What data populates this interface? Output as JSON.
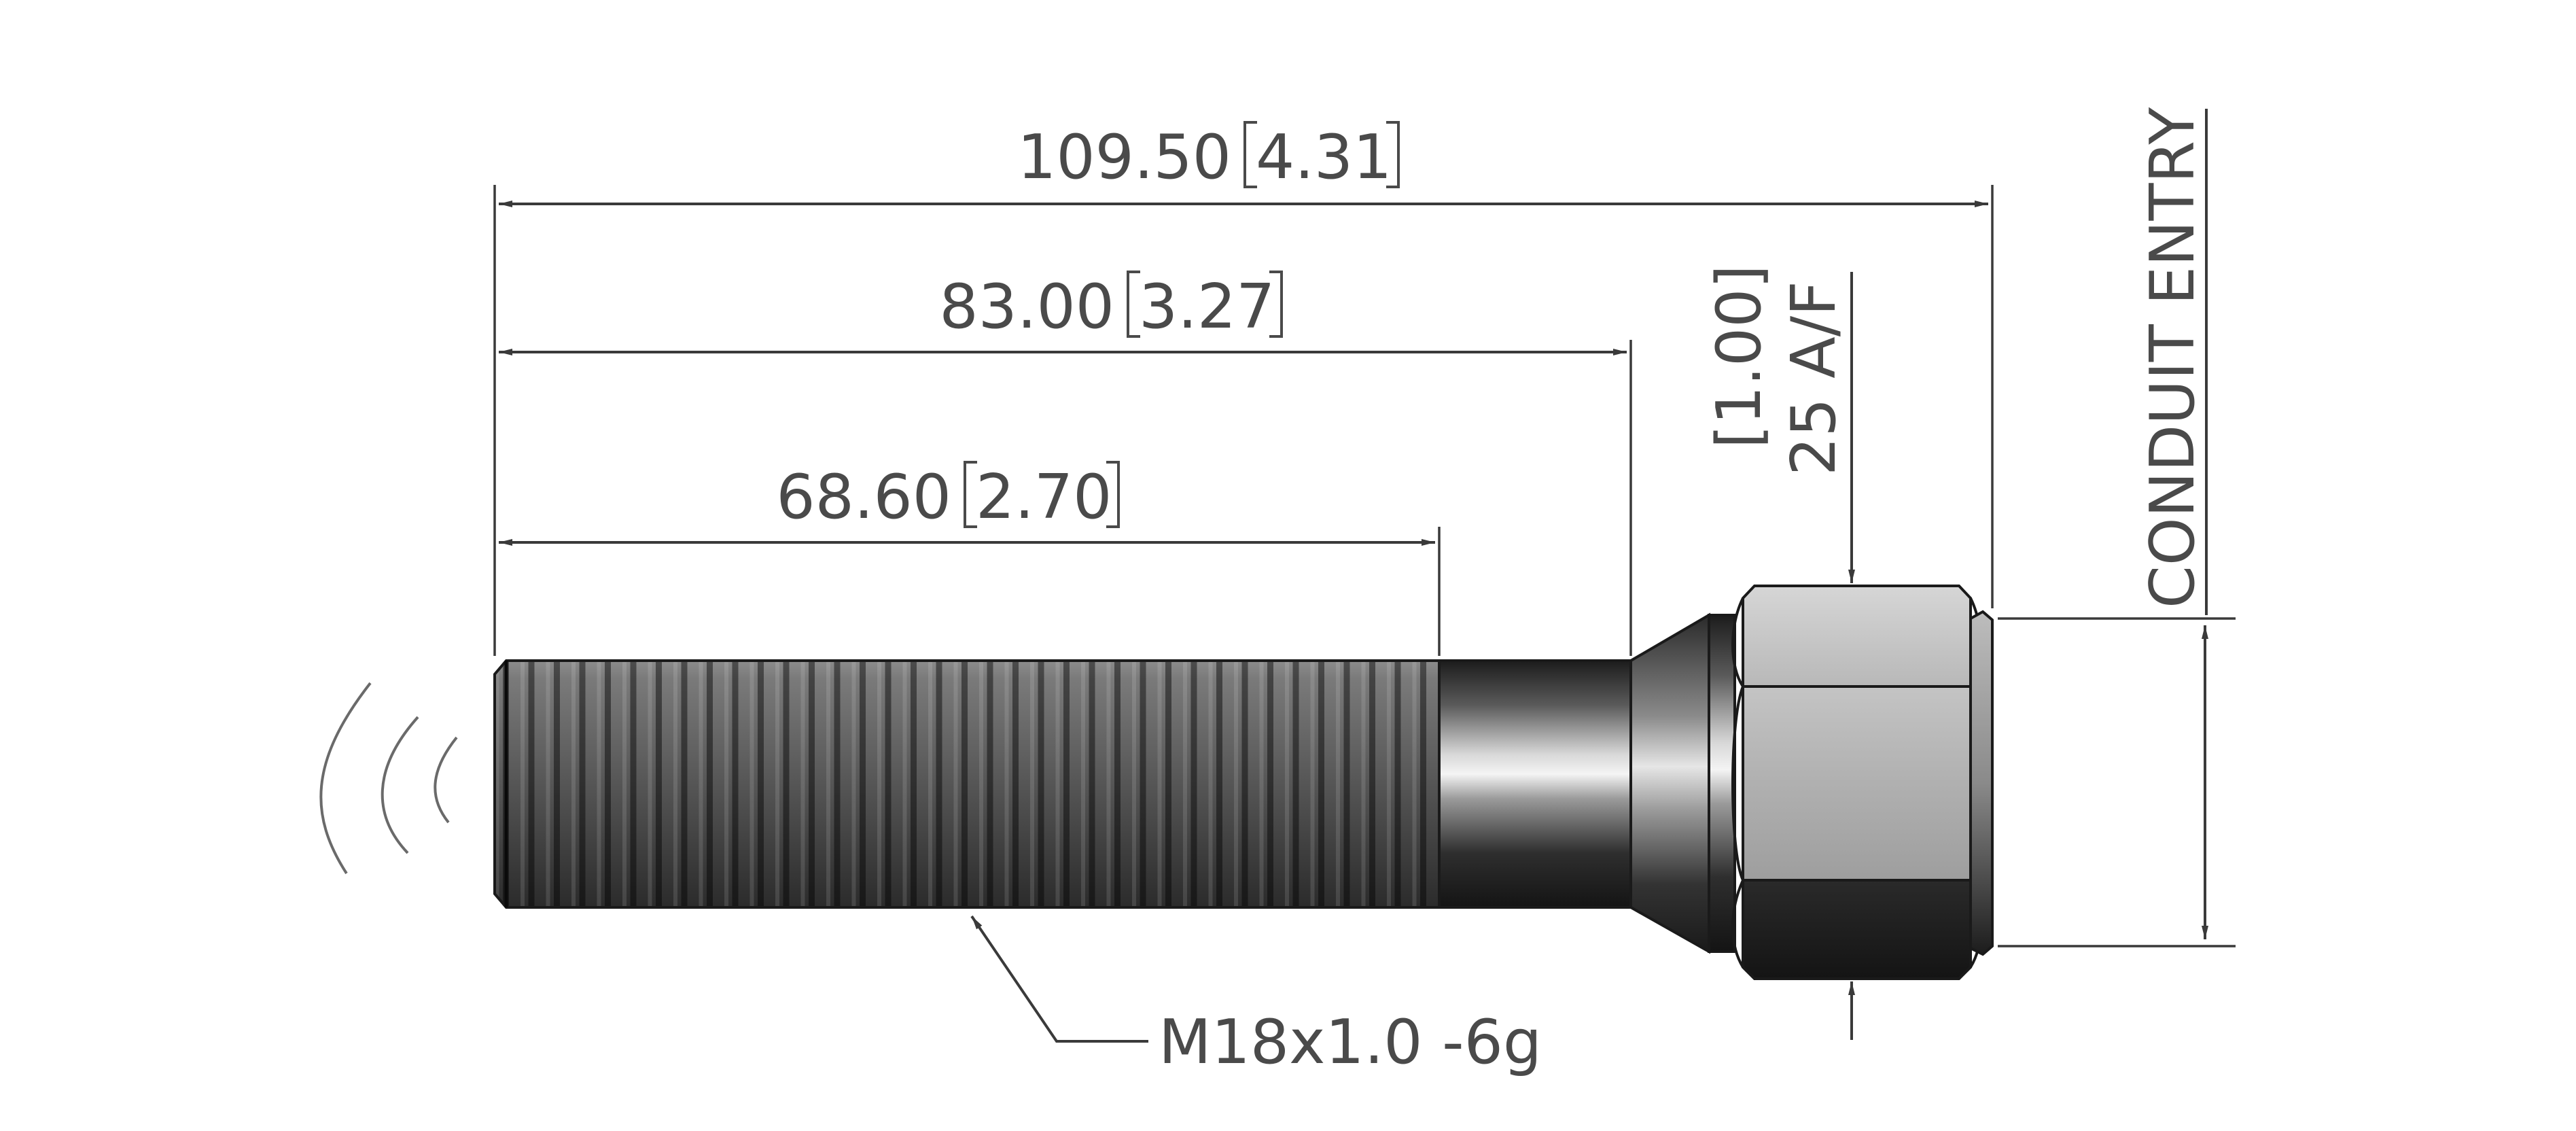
{
  "dimensions": {
    "overall": {
      "value": "109.50",
      "alt": "4.31"
    },
    "to_hex": {
      "value": "83.00",
      "alt": "3.27"
    },
    "thread_length": {
      "value": "68.60",
      "alt": "2.70"
    }
  },
  "hex": {
    "size": "25 A/F",
    "alt": "[1.00]"
  },
  "labels": {
    "conduit_entry": "CONDUIT ENTRY",
    "thread_spec": "M18x1.0 -6g"
  },
  "colors": {
    "line": "#3a3a3a",
    "text": "#4a4a4a",
    "metal_dark": "#1c1c1c",
    "metal_light": "#f2f2f2",
    "hex_face": "#c8c8c8"
  }
}
